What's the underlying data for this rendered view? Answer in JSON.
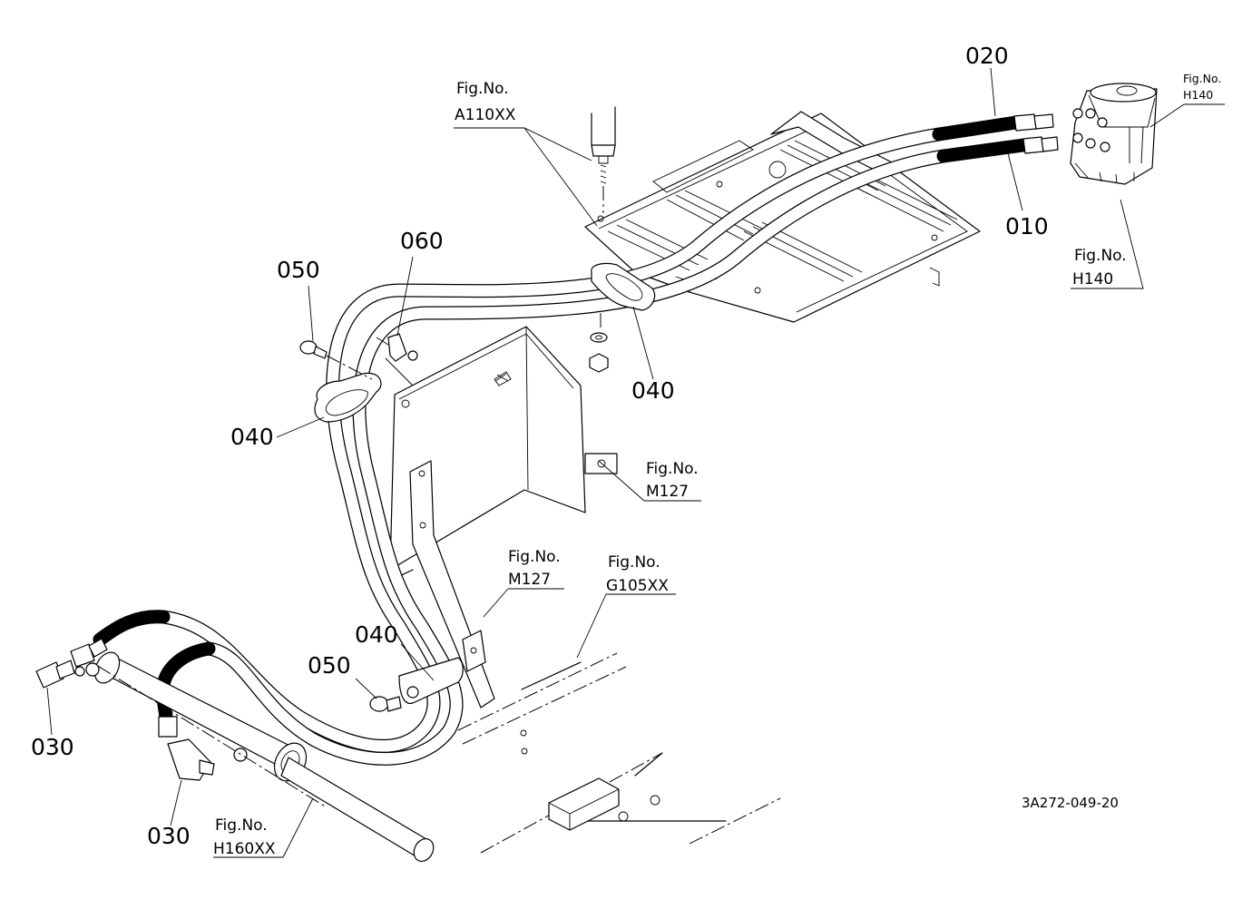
{
  "part_numbers": {
    "p010": "010",
    "p020": "020",
    "p030_upper": "030",
    "p030_lower": "030",
    "p040_left": "040",
    "p040_center": "040",
    "p040_lower": "040",
    "p050_upper": "050",
    "p050_lower": "050",
    "p060": "060"
  },
  "figure_refs": {
    "a110": {
      "prefix": "Fig.No.",
      "code": "A110XX"
    },
    "h140_small": {
      "prefix": "Fig.No.",
      "code": "H140"
    },
    "h140": {
      "prefix": "Fig.No.",
      "code": "H140"
    },
    "m127_right": {
      "prefix": "Fig.No.",
      "code": "M127"
    },
    "m127_lower": {
      "prefix": "Fig.No.",
      "code": "M127"
    },
    "g105": {
      "prefix": "Fig.No.",
      "code": "G105XX"
    },
    "h160": {
      "prefix": "Fig.No.",
      "code": "H160XX"
    }
  },
  "drawing_code": "3A272-049-20"
}
